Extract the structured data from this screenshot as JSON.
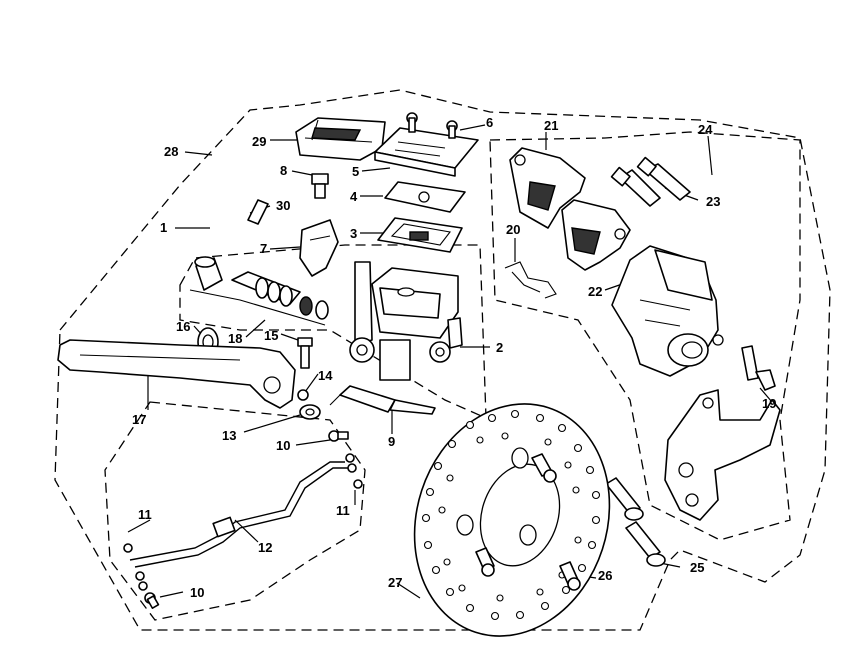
{
  "diagram": {
    "callouts": [
      "1",
      "2",
      "3",
      "4",
      "5",
      "6",
      "7",
      "8",
      "9",
      "10",
      "10",
      "11",
      "11",
      "12",
      "13",
      "14",
      "15",
      "16",
      "17",
      "18",
      "19",
      "20",
      "21",
      "22",
      "23",
      "24",
      "25",
      "26",
      "27",
      "28",
      "29",
      "30"
    ]
  },
  "palette": {
    "ink": "#000000",
    "background": "#ffffff",
    "shade": "#333333"
  }
}
